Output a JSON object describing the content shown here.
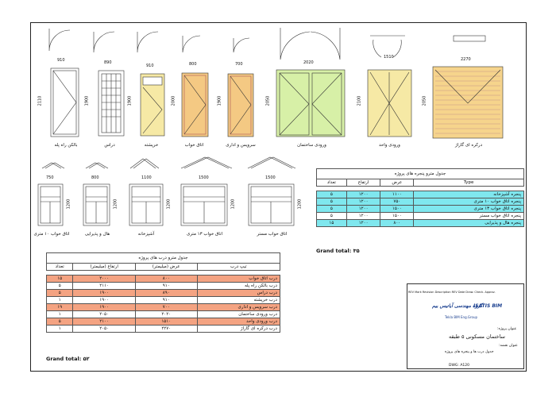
{
  "doors": [
    {
      "label": "بالکن راه پله",
      "width": "910",
      "height": "2110"
    },
    {
      "label": "دراس",
      "width": "890",
      "height": "1900"
    },
    {
      "label": "خرپشته",
      "width": "910",
      "height": "1900"
    },
    {
      "label": "اتاق خواب",
      "width": "800",
      "height": "2000"
    },
    {
      "label": "سرویس و اداری",
      "width": "700",
      "height": "1900"
    },
    {
      "label": "ورودی ساختمان",
      "width": "2020",
      "height": "2050"
    },
    {
      "label": "ورودی واحد",
      "width": "1510",
      "height": "2100"
    },
    {
      "label": "درکره ای گاراژ",
      "width": "2270",
      "height": "2050"
    }
  ],
  "windows": [
    {
      "label": "اتاق خواب ۱۰ متری",
      "width": "750",
      "height": "1200"
    },
    {
      "label": "هال و پذیرایی",
      "width": "800",
      "height": "1200"
    },
    {
      "label": "آشپزخانه",
      "width": "1100",
      "height": "1200"
    },
    {
      "label": "اتاق خواب ۱۳ متری",
      "width": "1500",
      "height": "1200"
    },
    {
      "label": "اتاق خواب مستر",
      "width": "1500",
      "height": "1200"
    }
  ],
  "window_schedule": {
    "title": "جدول مترو پنجره های پروژه",
    "headers": [
      "Type",
      "عرض",
      "ارتفاع",
      "تعداد"
    ],
    "rows": [
      {
        "name": "پنجره آشپزخانه",
        "w": "۱۱۰۰",
        "h": "۱۲۰۰",
        "n": "۵",
        "style": "cyan"
      },
      {
        "name": "پنجره اتاق خواب ۱۰ متری",
        "w": "۷۵۰",
        "h": "۱۲۰۰",
        "n": "۵",
        "style": "cyan"
      },
      {
        "name": "پنجره اتاق خواب ۱۳ متری",
        "w": "۱۵۰۰",
        "h": "۱۲۰۰",
        "n": "۵",
        "style": "cyan"
      },
      {
        "name": "پنجره اتاق خواب مستر",
        "w": "۱۵۰۰",
        "h": "۱۲۰۰",
        "n": "۵",
        "style": "white"
      },
      {
        "name": "پنجره هال و پذیرایی",
        "w": "۸۰۰",
        "h": "۱۲۰۰",
        "n": "۱۵",
        "style": "cyan"
      }
    ],
    "total": "Grand total: ۳۵"
  },
  "door_schedule": {
    "title": "جدول مترو درب های پروژه",
    "headers": [
      "تیپ درب",
      "عرض (میلیمتر)",
      "ارتفاع (میلیمتر)",
      "تعداد"
    ],
    "rows": [
      {
        "name": "درب اتاق خواب",
        "w": "۸۰۰",
        "h": "۲۰۰۰",
        "n": "۱۵",
        "style": "salmon"
      },
      {
        "name": "درب بالکن راه پله",
        "w": "۹۱۰",
        "h": "۲۱۱۰",
        "n": "۵",
        "style": "white"
      },
      {
        "name": "درب دراس",
        "w": "۸۹۰",
        "h": "۱۹۰۰",
        "n": "۵",
        "style": "salmon"
      },
      {
        "name": "درب خرپشته",
        "w": "۹۱۰",
        "h": "۱۹۰۰",
        "n": "۱",
        "style": "white"
      },
      {
        "name": "درب سرویس و اداری",
        "w": "۷۰۰",
        "h": "۱۹۰۰",
        "n": "۱۹",
        "style": "salmon"
      },
      {
        "name": "درب ورودی ساختمان",
        "w": "۲۰۲۰",
        "h": "۲۰۵۰",
        "n": "۱",
        "style": "white"
      },
      {
        "name": "درب ورودی واحد",
        "w": "۱۵۱۰",
        "h": "۲۱۰۰",
        "n": "۵",
        "style": "salmon"
      },
      {
        "name": "درب درکره ای گاراژ",
        "w": "۲۲۷۰",
        "h": "۲۰۵۰",
        "n": "۱",
        "style": "white"
      }
    ],
    "total": "Grand total: ۵۲"
  },
  "title_block": {
    "company_fa": "گروه مهندسی آیاتیس بیم",
    "company_en": "ISATIS BIM",
    "tekla": "Tekla BIM Eng.Group",
    "project_label": "عنوان پروژه:",
    "project": "ساختمان مسکونی ۵ طبقه",
    "sheet_label": "عنوان نقشه:",
    "sheet_title": "جدول درب ها و پنجره های پروژه",
    "rev": "REV Mark  Revision Description  REV Date  Draw. Check. Approv.",
    "dwg": "DWG: A120"
  }
}
